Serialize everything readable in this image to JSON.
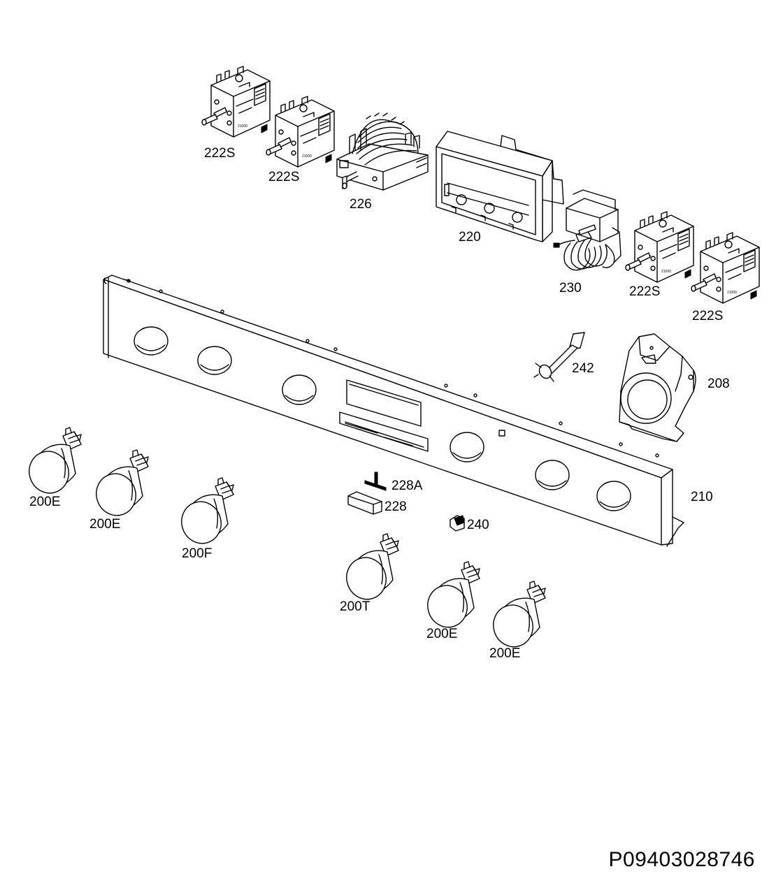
{
  "document_code": "P09403028746",
  "labels": {
    "selector_222s_a": "222S",
    "selector_222s_b": "222S",
    "switch_226": "226",
    "bracket_220": "220",
    "thermostat_230": "230",
    "selector_222s_c": "222S",
    "selector_222s_d": "222S",
    "sensor_242": "242",
    "fan_208": "208",
    "panel_210": "210",
    "insert_228a": "228A",
    "insert_228": "228",
    "button_240": "240",
    "knob_200e_a": "200E",
    "knob_200e_b": "200E",
    "knob_200f": "200F",
    "knob_200t": "200T",
    "knob_200e_c": "200E",
    "knob_200e_d": "200E"
  }
}
